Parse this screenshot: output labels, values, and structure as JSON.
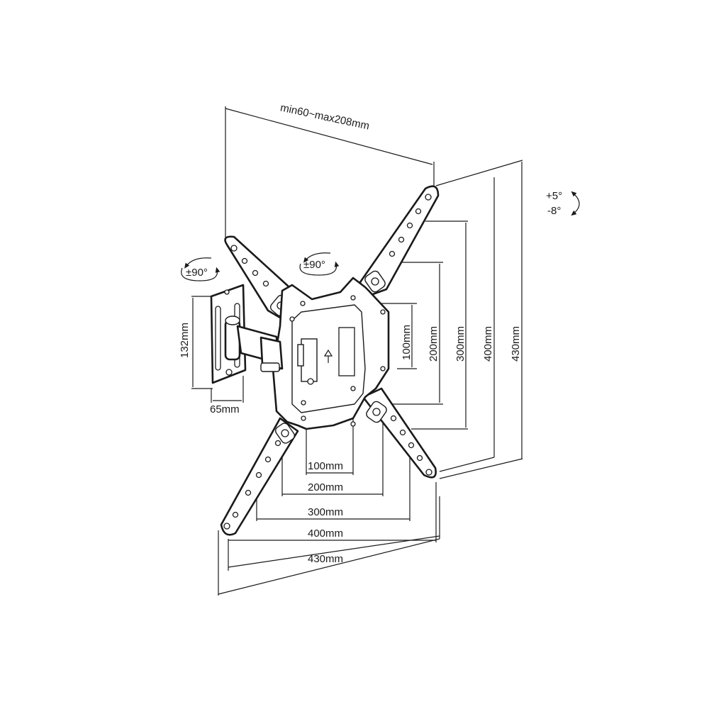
{
  "dimensions": {
    "depth_range": "min60~max208mm",
    "wall_plate_height": "132mm",
    "wall_plate_width": "65mm",
    "vertical": [
      "100mm",
      "200mm",
      "300mm",
      "400mm",
      "430mm"
    ],
    "horizontal": [
      "100mm",
      "200mm",
      "300mm",
      "400mm",
      "430mm"
    ]
  },
  "rotation": {
    "wall_swivel": "±90°",
    "arm_swivel": "±90°",
    "tilt_up": "+5°",
    "tilt_down": "-8°"
  }
}
